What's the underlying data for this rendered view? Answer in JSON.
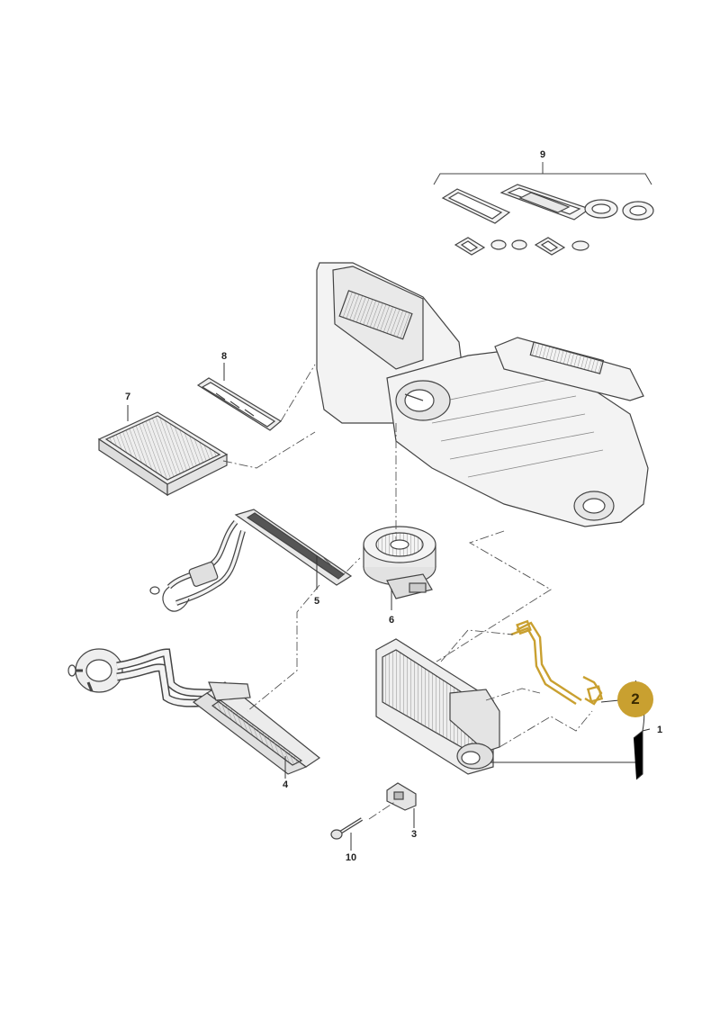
{
  "callouts": {
    "p1": "1",
    "p2": "2",
    "p3": "3",
    "p4": "4",
    "p5": "5",
    "p6": "6",
    "p7": "7",
    "p8": "8",
    "p9": "9",
    "p10": "10"
  },
  "colors": {
    "highlight": "#c9a030",
    "badge_fill": "#c9a030",
    "line": "#333333",
    "part_fill": "#f2f2f2",
    "part_stroke": "#444444"
  },
  "highlighted_part": "2"
}
